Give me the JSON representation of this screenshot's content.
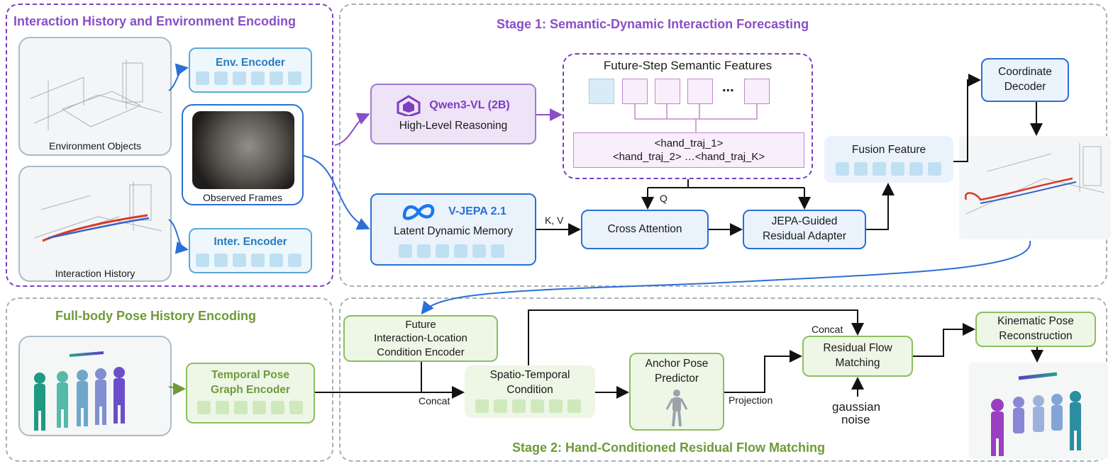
{
  "panels": {
    "interaction": "Interaction History and Environment Encoding",
    "stage1": "Stage 1: Semantic-Dynamic Interaction Forecasting",
    "pose_history": "Full-body Pose History Encoding",
    "stage2": "Stage 2: Hand-Conditioned Residual Flow Matching"
  },
  "images": {
    "env_objects": "Environment Objects",
    "observed_frames": "Observed Frames",
    "interaction_history": "Interaction History"
  },
  "encoders": {
    "env": "Env. Encoder",
    "inter": "Inter. Encoder",
    "temporal_pose_1": "Temporal Pose",
    "temporal_pose_2": "Graph Encoder"
  },
  "qwen": {
    "name": "Qwen3-VL (2B)",
    "desc": "High-Level Reasoning"
  },
  "vjepa": {
    "name": "V-JEPA 2.1",
    "desc": "Latent Dynamic Memory"
  },
  "future": {
    "title": "Future-Step Semantic Features",
    "ellipsis": "...",
    "traj_1": "<hand_traj_1>",
    "traj_2": "<hand_traj_2> …<hand_traj_K>"
  },
  "blocks": {
    "cross_attention": "Cross Attention",
    "jepa_1": "JEPA-Guided",
    "jepa_2": "Residual Adapter",
    "fusion": "Fusion Feature",
    "coord_1": "Coordinate",
    "coord_2": "Decoder",
    "future_cond_1": "Future",
    "future_cond_2": "Interaction-Location",
    "future_cond_3": "Condition Encoder",
    "st_cond_1": "Spatio-Temporal",
    "st_cond_2": "Condition",
    "anchor_1": "Anchor Pose",
    "anchor_2": "Predictor",
    "rfm_1": "Residual Flow",
    "rfm_2": "Matching",
    "kin_1": "Kinematic Pose",
    "kin_2": "Reconstruction"
  },
  "edge_labels": {
    "q": "Q",
    "kv": "K, V",
    "concat_1": "Concat",
    "concat_2": "Concat",
    "projection": "Projection",
    "noise_1": "gaussian",
    "noise_2": "noise"
  },
  "colors": {
    "purple": "#8a4fc7",
    "purple_dash": "#7b3fbf",
    "gray_dash": "#9fb0bb",
    "green": "#6f9a3a",
    "blue": "#2b6fd6",
    "token_blue": "#bfe0f2",
    "token_green": "#cfe9bd"
  }
}
